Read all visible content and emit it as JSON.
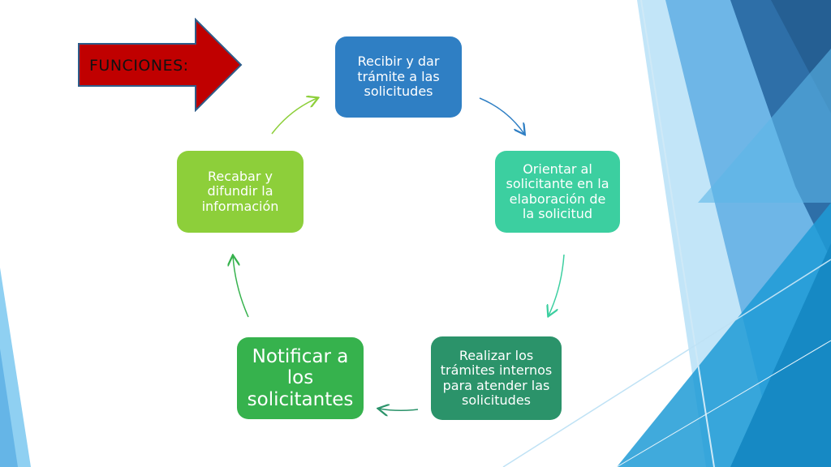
{
  "banner": {
    "label": "FUNCIONES:",
    "color": "#c00000"
  },
  "cycle": {
    "nodes": [
      {
        "label": "Recibir y dar trámite a las solicitudes",
        "color": "#2f7fc4"
      },
      {
        "label": "Orientar al solicitante en la elaboración de la solicitud",
        "color": "#3ccfa0"
      },
      {
        "label": "Realizar los trámites internos para atender las solicitudes",
        "color": "#2b936a"
      },
      {
        "label": "Notificar a los solicitantes",
        "color": "#36b24d"
      },
      {
        "label": "Recabar y difundir la información",
        "color": "#8dcf3a"
      }
    ],
    "arrow_colors": [
      "#2f7fc4",
      "#3ccfa0",
      "#2b936a",
      "#36b24d",
      "#8dcf3a"
    ]
  },
  "decor": {
    "accent_colors": [
      "#2e6fa8",
      "#4aa3df",
      "#8fd0f2",
      "#1f9bd6"
    ]
  }
}
